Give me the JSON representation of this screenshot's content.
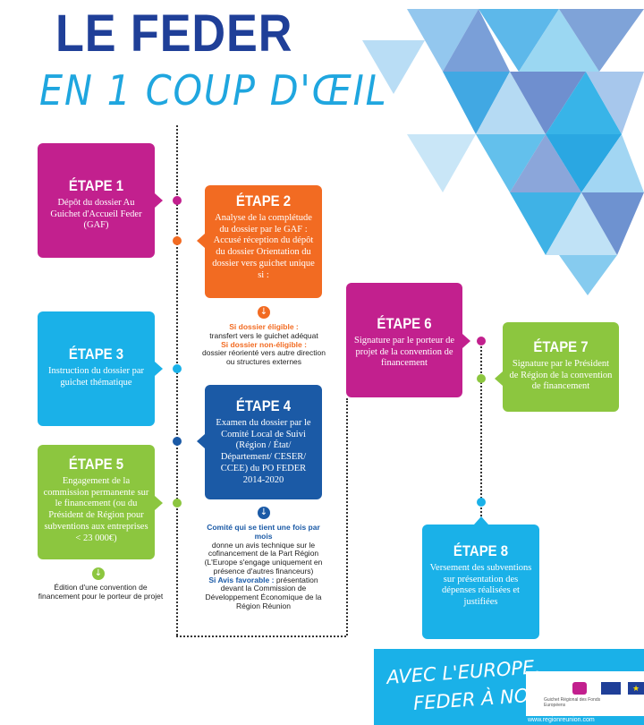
{
  "header": {
    "title": "LE FEDER",
    "subtitle": "EN 1 COUP D'ŒIL"
  },
  "steps": [
    {
      "label": "ÉTAPE 1",
      "text": "Dépôt du dossier Au Guichet d'Accueil Feder (GAF)",
      "color": "#c2208e"
    },
    {
      "label": "ÉTAPE 2",
      "text": "Analyse de la complétude du dossier par le GAF : Accusé réception du dépôt du dossier Orientation du dossier vers guichet unique si :",
      "color": "#f26b22"
    },
    {
      "label": "ÉTAPE 3",
      "text": "Instruction du dossier par guichet thématique",
      "color": "#1ab1e8"
    },
    {
      "label": "ÉTAPE 4",
      "text": "Examen du dossier par le Comité Local de Suivi (Région / État/ Département/ CESER/ CCEE) du PO FEDER 2014-2020",
      "color": "#1b5aa6"
    },
    {
      "label": "ÉTAPE 5",
      "text": "Engagement de la commission permanente sur le financement (ou du Président de Région pour subventions aux entreprises < 23 000€)",
      "color": "#8cc63f"
    },
    {
      "label": "ÉTAPE 6",
      "text": "Signature par le porteur de projet de la convention de financement",
      "color": "#c2208e"
    },
    {
      "label": "ÉTAPE 7",
      "text": "Signature par le Président de Région de la convention de financement",
      "color": "#8cc63f"
    },
    {
      "label": "ÉTAPE 8",
      "text": "Versement des subventions sur présentation des dépenses réalisées et justifiées",
      "color": "#1ab1e8"
    }
  ],
  "notes": {
    "eligible_label": "Si dossier éligible :",
    "eligible_text": "transfert vers le guichet adéquat",
    "non_eligible_label": "Si dossier non-éligible :",
    "non_eligible_text": "dossier réorienté vers autre direction ou structures externes",
    "comite_label": "Comité qui se tient une fois par mois",
    "comite_text": "donne un avis technique sur le cofinancement de la Part Région (L'Europe s'engage uniquement en présence d'autres financeurs)",
    "favorable_label": "Si Avis favorable :",
    "favorable_text": "présentation devant la Commission de Développement Économique de la Région Réunion",
    "edition_text": "Édition d'une convention de financement pour le porteur de projet"
  },
  "footer": {
    "slogan_line1": "AVEC L'EUROPE,",
    "slogan_line2": "FEDER À NOU",
    "partner_label": "Guichet Régional des Fonds Européens",
    "url": "www.regionreunion.com"
  }
}
